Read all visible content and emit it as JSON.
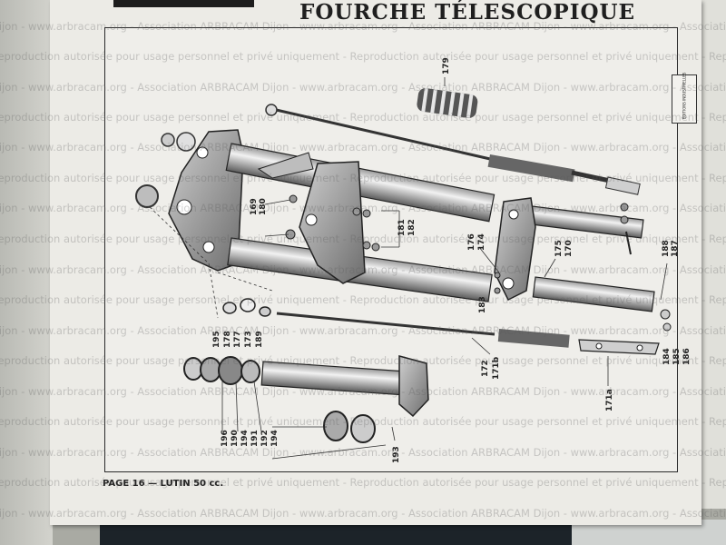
{
  "title": "FOURCHE TÉLESCOPIQUE",
  "footer": "PAGE 16 — LUTIN 50 cc.",
  "stamp_text": "ÉDITIONS INDUSTRIELLES",
  "watermark": {
    "line_a": "Dijon - www.arbracam.org - Association ARBRACAM Dijon - www.arbracam.org - Association ARBRACAM Dijon - www.arbracam.org - Association ARBRACAM",
    "line_b": "Reproduction autorisée pour usage personnel et privé uniquement - Reproduction autorisée pour usage personnel et privé uniquement - Reproduction autorisée pour usage personnel et privé uniquement"
  },
  "labels": [
    {
      "id": "179",
      "text": "179"
    },
    {
      "id": "169",
      "text": "169"
    },
    {
      "id": "180",
      "text": "180"
    },
    {
      "id": "181",
      "text": "181"
    },
    {
      "id": "182",
      "text": "182"
    },
    {
      "id": "176",
      "text": "176"
    },
    {
      "id": "174",
      "text": "174"
    },
    {
      "id": "175",
      "text": "175"
    },
    {
      "id": "170",
      "text": "170"
    },
    {
      "id": "188",
      "text": "188"
    },
    {
      "id": "187",
      "text": "187"
    },
    {
      "id": "183",
      "text": "183"
    },
    {
      "id": "195",
      "text": "195"
    },
    {
      "id": "178",
      "text": "178"
    },
    {
      "id": "177",
      "text": "177"
    },
    {
      "id": "173",
      "text": "173"
    },
    {
      "id": "189",
      "text": "189"
    },
    {
      "id": "172",
      "text": "172"
    },
    {
      "id": "171b",
      "text": "171b"
    },
    {
      "id": "184",
      "text": "184"
    },
    {
      "id": "185",
      "text": "185"
    },
    {
      "id": "186",
      "text": "186"
    },
    {
      "id": "171a",
      "text": "171a"
    },
    {
      "id": "196",
      "text": "196"
    },
    {
      "id": "190",
      "text": "190"
    },
    {
      "id": "194a",
      "text": "194"
    },
    {
      "id": "191",
      "text": "191"
    },
    {
      "id": "192",
      "text": "192"
    },
    {
      "id": "194b",
      "text": "194"
    },
    {
      "id": "193",
      "text": "193"
    }
  ]
}
